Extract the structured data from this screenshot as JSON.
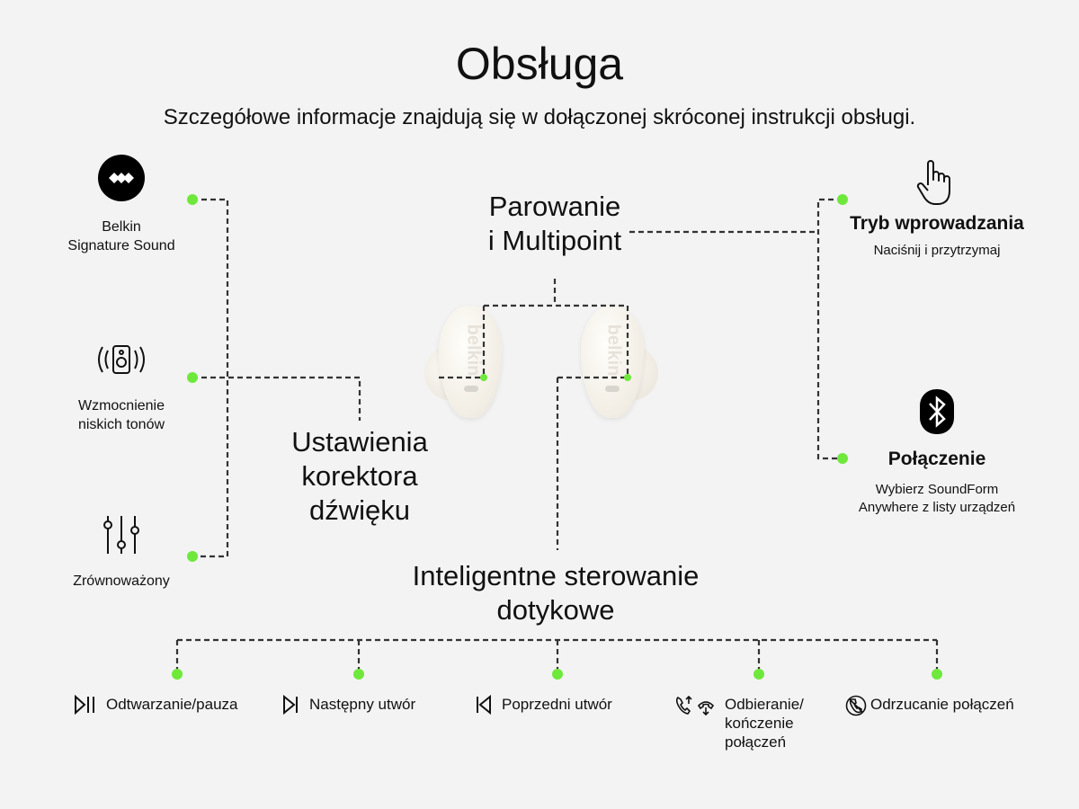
{
  "title": "Obsługa",
  "subtitle": "Szczegółowe informacje znajdują się w dołączonej skróconej instrukcji obsługi.",
  "left": {
    "signature": {
      "line1": "Belkin",
      "line2": "Signature Sound"
    },
    "bass": {
      "line1": "Wzmocnienie",
      "line2": "niskich tonów"
    },
    "balanced": {
      "line1": "Zrównoważony"
    }
  },
  "eq": {
    "line1": "Ustawienia",
    "line2": "korektora",
    "line3": "dźwięku"
  },
  "pairing": {
    "line1": "Parowanie",
    "line2": "i Multipoint"
  },
  "right": {
    "touch": {
      "title": "Tryb wprowadzania",
      "desc": "Naciśnij i przytrzymaj"
    },
    "connect": {
      "title": "Połączenie",
      "line1": "Wybierz SoundForm",
      "line2": "Anywhere z listy urządzeń"
    }
  },
  "earbud_brand": "belkin",
  "touch_controls": {
    "line1": "Inteligentne sterowanie",
    "line2": "dotykowe"
  },
  "bottom": [
    {
      "label": "Odtwarzanie/pauza"
    },
    {
      "label": "Następny utwór"
    },
    {
      "label": "Poprzedni utwór"
    },
    {
      "line1": "Odbieranie/",
      "line2": "kończenie",
      "line3": "połączeń"
    },
    {
      "label": "Odrzucanie połączeń"
    }
  ],
  "colors": {
    "dot": "#6fe83c",
    "line": "#333333",
    "bg": "#f3f3f3"
  }
}
